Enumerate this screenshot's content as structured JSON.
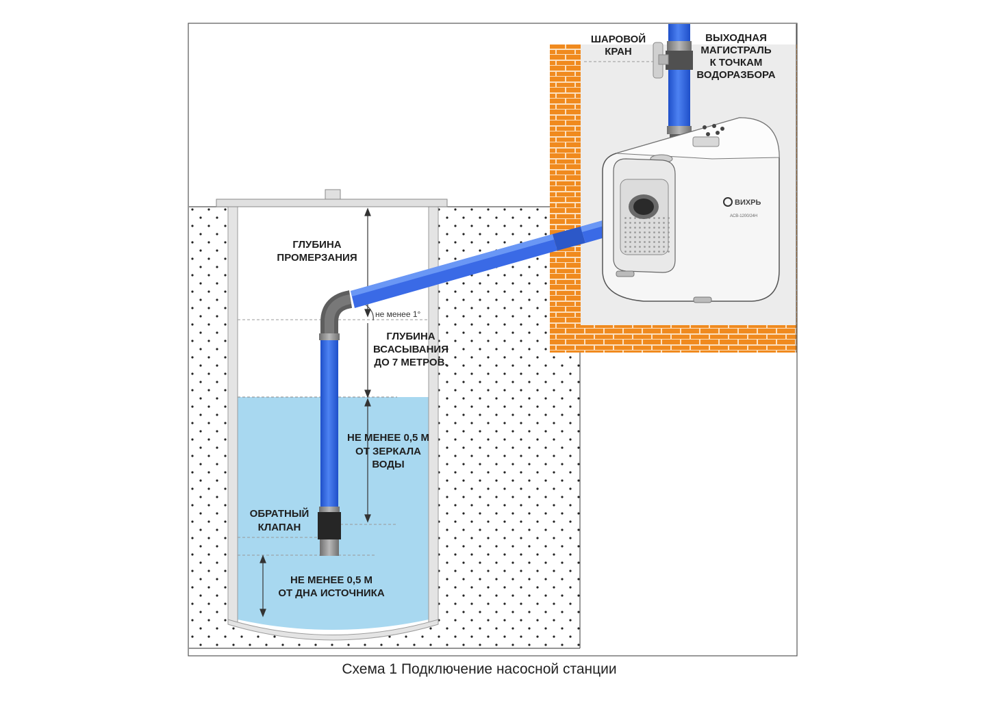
{
  "labels": {
    "ball_valve": [
      "ШАРОВОЙ",
      "КРАН"
    ],
    "outlet_line": [
      "ВЫХОДНАЯ",
      "МАГИСТРАЛЬ",
      "К ТОЧКАМ",
      "ВОДОРАЗБОРА"
    ],
    "freeze_depth": [
      "ГЛУБИНА",
      "ПРОМЕРЗАНИЯ"
    ],
    "min_slope": "не менее 1°",
    "suction_depth": [
      "ГЛУБИНА",
      "ВСАСЫВАНИЯ",
      "ДО 7 МЕТРОВ."
    ],
    "from_water_mirror": [
      "НЕ МЕНЕЕ 0,5 М",
      "ОТ ЗЕРКАЛА",
      "ВОДЫ"
    ],
    "check_valve": [
      "ОБРАТНЫЙ",
      "КЛАПАН"
    ],
    "from_bottom": [
      "НЕ МЕНЕЕ 0,5 М",
      "ОТ ДНА ИСТОЧНИКА"
    ]
  },
  "pump": {
    "brand": "ВИХРЬ",
    "model": "АСВ-1200/24Н"
  },
  "caption": "Схема 1 Подключение насосной станции",
  "colors": {
    "pipe": "#3d6fe6",
    "water": "#a8d8f0",
    "brick": "#f08a1e",
    "room": "#ececec",
    "soil_dot": "#222222"
  }
}
